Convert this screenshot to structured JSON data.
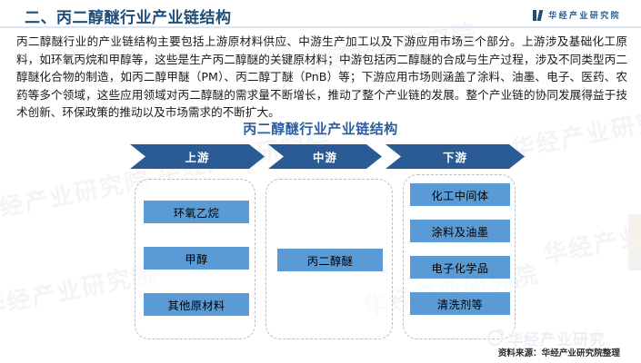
{
  "header": {
    "title": "二、丙二醇醚行业产业链结构",
    "brand_icon": "brand-bars-icon",
    "brand_text": "华经产业研究院"
  },
  "body": {
    "paragraph": "丙二醇醚行业的产业链结构主要包括上游原材料供应、中游生产加工以及下游应用市场三个部分。上游涉及基础化工原料，如环氧丙烷和甲醇等，这些是生产丙二醇醚的关键原材料；中游包括丙二醇醚的合成与生产过程，涉及不同类型丙二醇醚化合物的制造，如丙二醇甲醚（PM）、丙二醇丁醚（PnB）等；下游应用市场则涵盖了涂料、油墨、电子、医药、农药等多个领域，这些应用领域对丙二醇醚的需求量不断增长，推动了整个产业链的发展。整个产业链的协同发展得益于技术创新、环保政策的推动以及市场需求的不断扩大。"
  },
  "figure": {
    "title": "丙二醇醚行业产业链结构",
    "stages": [
      {
        "label": "上游"
      },
      {
        "label": "中游"
      },
      {
        "label": "下游"
      }
    ],
    "columns": {
      "upstream": [
        "环氧乙烷",
        "甲醇",
        "其他原材料"
      ],
      "midstream": [
        "丙二醇醚"
      ],
      "downstream": [
        "化工中间体",
        "涂料及油墨",
        "电子化学品",
        "清洗剂等"
      ]
    }
  },
  "watermarks": {
    "text": "华经产业研究院",
    "weibo_text": "华经产业研究",
    "weibo_icon": "weibo-icon"
  },
  "footer": {
    "source": "资料来源：华经产业研究院整理"
  },
  "colors": {
    "title_navy": "#1f4e79",
    "figure_title_blue": "#2e5e9e",
    "chevron_blue": "#2a5b94",
    "node_blue": "#5b9bd5",
    "rule_blue": "#dce6f1",
    "dashed_gray": "#b9bcc2"
  }
}
